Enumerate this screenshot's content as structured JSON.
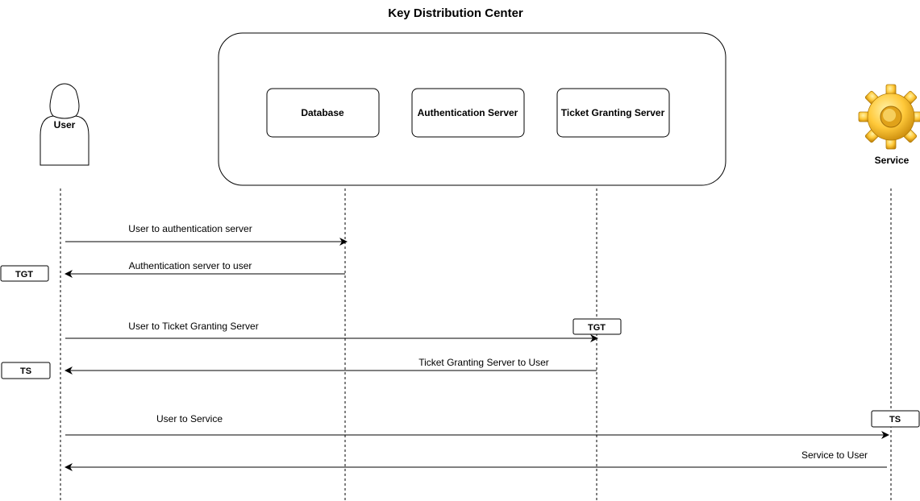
{
  "title": "Key Distribution Center",
  "kdc": {
    "database": "Database",
    "authentication_server": "Authentication Server",
    "ticket_granting_server": "Ticket Granting Server"
  },
  "actors": {
    "user": "User",
    "service": "Service"
  },
  "messages": [
    {
      "label": "User to authentication server",
      "direction": "right"
    },
    {
      "label": "Authentication server to user",
      "direction": "left"
    },
    {
      "label": "User to Ticket Granting Server",
      "direction": "right"
    },
    {
      "label": "Ticket Granting Server to User",
      "direction": "left"
    },
    {
      "label": "User to Service",
      "direction": "right"
    },
    {
      "label": "Service to User",
      "direction": "left"
    }
  ],
  "tickets": {
    "tgt_user": "TGT",
    "tgt_server": "TGT",
    "ts_user": "TS",
    "ts_service": "TS"
  },
  "colors": {
    "stroke": "#000000",
    "gear_light": "#ffd84a",
    "gear_dark": "#d69a10"
  }
}
